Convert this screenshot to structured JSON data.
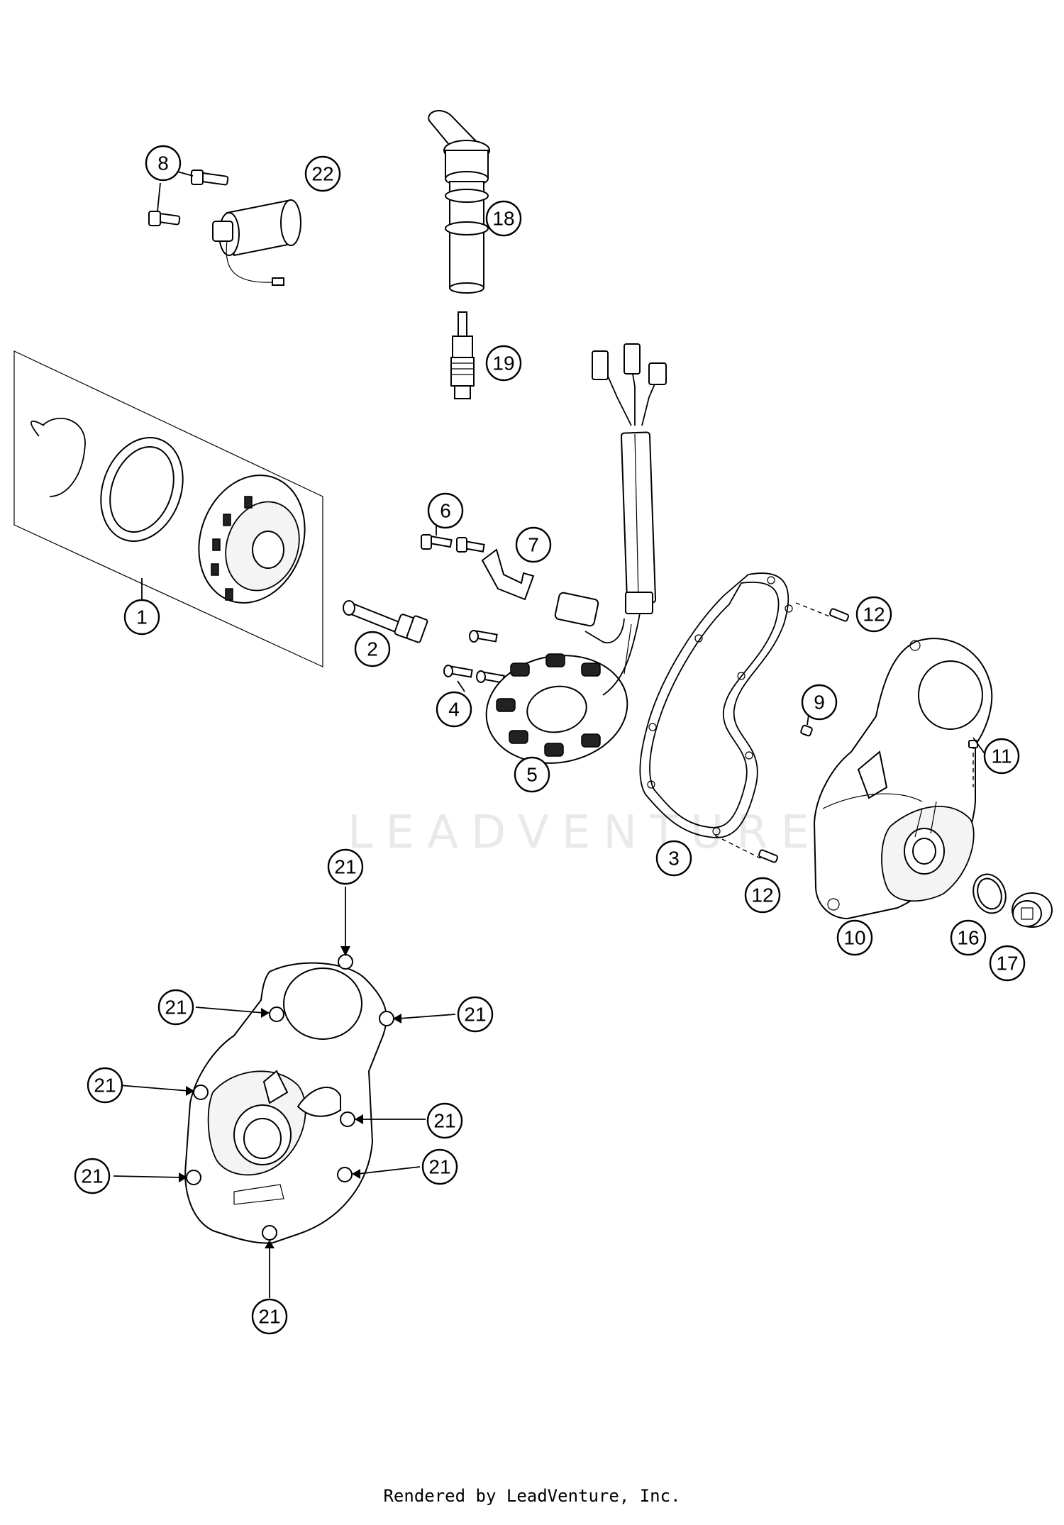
{
  "watermark": "LEADVENTURE",
  "footer": "Rendered by LeadVenture, Inc.",
  "callouts": [
    {
      "id": "c8",
      "label": "8"
    },
    {
      "id": "c22",
      "label": "22"
    },
    {
      "id": "c18",
      "label": "18"
    },
    {
      "id": "c19",
      "label": "19"
    },
    {
      "id": "c1",
      "label": "1"
    },
    {
      "id": "c2",
      "label": "2"
    },
    {
      "id": "c6",
      "label": "6"
    },
    {
      "id": "c7",
      "label": "7"
    },
    {
      "id": "c4",
      "label": "4"
    },
    {
      "id": "c5",
      "label": "5"
    },
    {
      "id": "c12a",
      "label": "12"
    },
    {
      "id": "c9",
      "label": "9"
    },
    {
      "id": "c11",
      "label": "11"
    },
    {
      "id": "c3",
      "label": "3"
    },
    {
      "id": "c12b",
      "label": "12"
    },
    {
      "id": "c10",
      "label": "10"
    },
    {
      "id": "c16",
      "label": "16"
    },
    {
      "id": "c17",
      "label": "17"
    },
    {
      "id": "c21a",
      "label": "21"
    },
    {
      "id": "c21b",
      "label": "21"
    },
    {
      "id": "c21c",
      "label": "21"
    },
    {
      "id": "c21d",
      "label": "21"
    },
    {
      "id": "c21e",
      "label": "21"
    },
    {
      "id": "c21f",
      "label": "21"
    },
    {
      "id": "c21g",
      "label": "21"
    },
    {
      "id": "c21h",
      "label": "21"
    }
  ]
}
